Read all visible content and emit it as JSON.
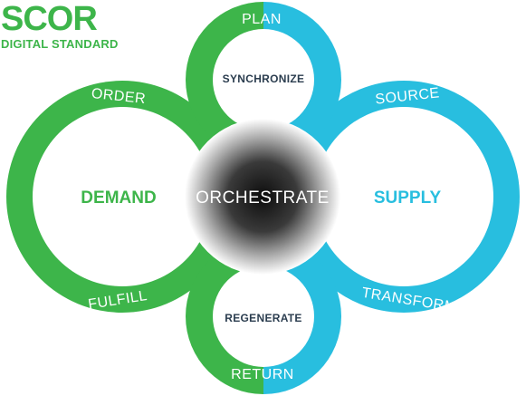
{
  "brand": {
    "title": "SCOR",
    "subtitle": "DIGITAL STANDARD"
  },
  "colors": {
    "green": "#3db54a",
    "blue": "#28bedf",
    "inner_text": "#2b3d4f",
    "center_dark": "#111111"
  },
  "center": {
    "label": "ORCHESTRATE"
  },
  "sides": {
    "left": "DEMAND",
    "right": "SUPPLY"
  },
  "inner": {
    "top": "SYNCHRONIZE",
    "bottom": "REGENERATE"
  },
  "processes": {
    "plan": "PLAN",
    "order": "ORDER",
    "fulfill": "FULFILL",
    "source": "SOURCE",
    "transform": "TRANSFORM",
    "return": "RETURN"
  }
}
